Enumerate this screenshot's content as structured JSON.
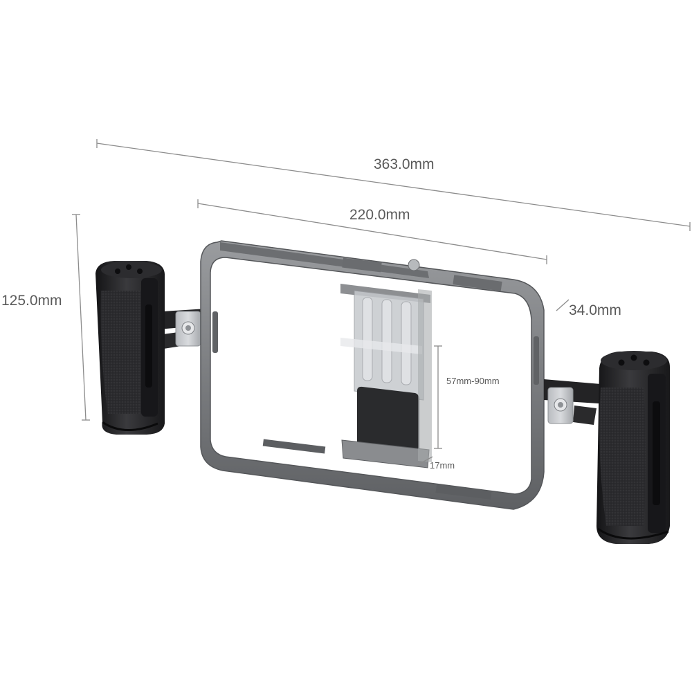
{
  "dimensions": {
    "overall_width": "363.0mm",
    "cage_width": "220.0mm",
    "height": "125.0mm",
    "depth": "34.0mm",
    "phone_width_range": "57mm-90mm",
    "bottom_clearance": "17mm"
  },
  "colors": {
    "background": "#ffffff",
    "cage_metal": "#7d7f82",
    "cage_edge": "#5a5c5f",
    "handle_black": "#1e1e20",
    "dimension_text": "#5a5a5a",
    "dimension_line": "#8c8c8c"
  }
}
